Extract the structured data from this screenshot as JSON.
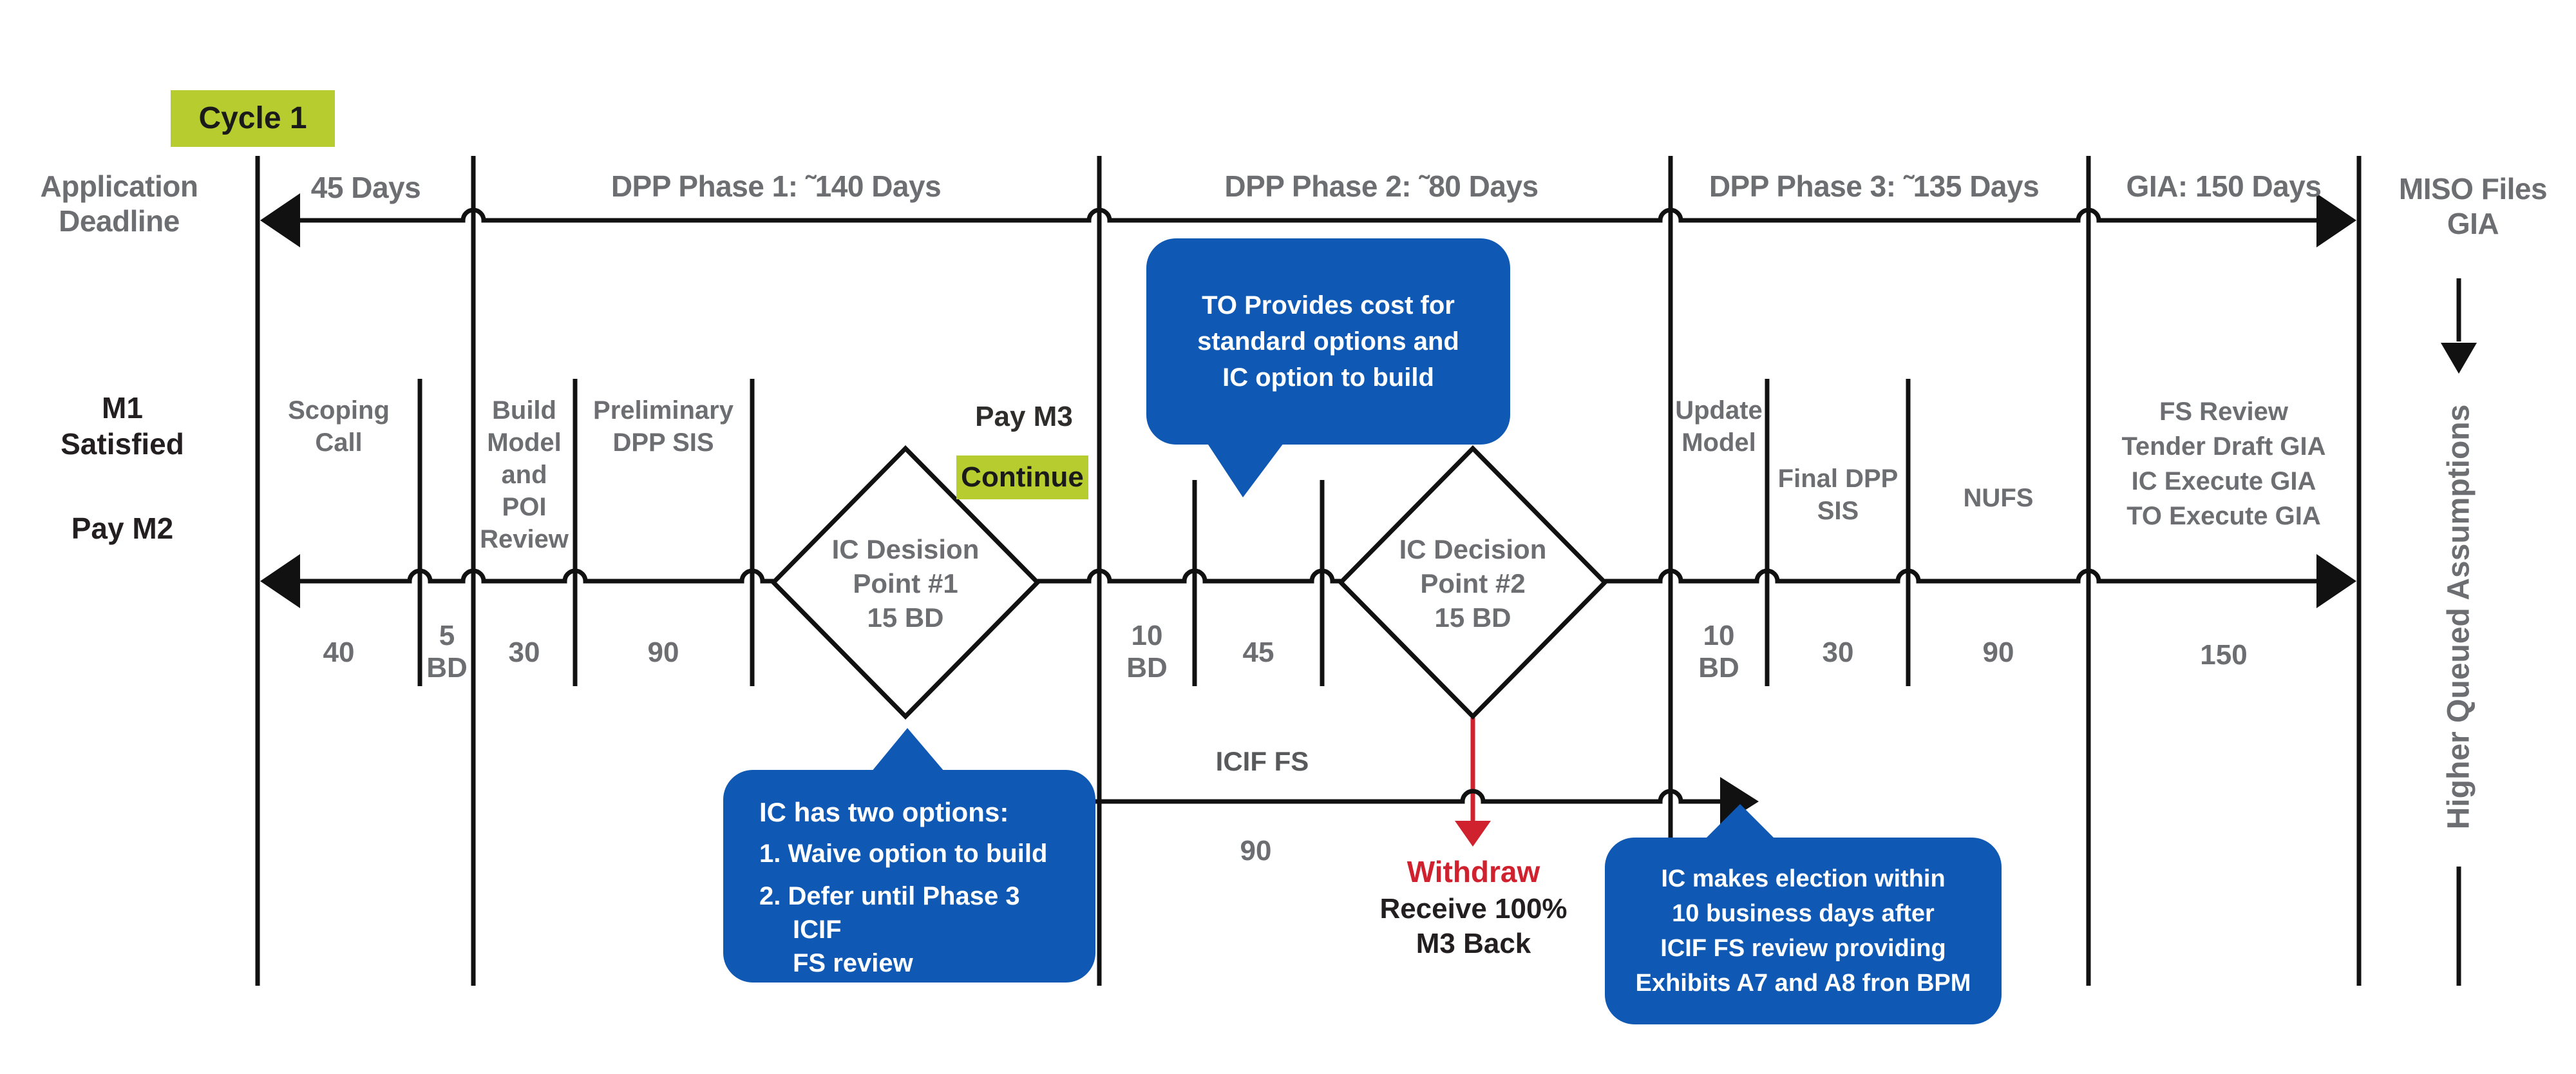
{
  "colors": {
    "accent_blue": "#0f58b4",
    "accent_green": "#b7cc2f",
    "accent_red": "#d0212f",
    "label_gray": "#6d6e71",
    "line_black": "#111111"
  },
  "header": {
    "cycle_badge": "Cycle 1",
    "application_deadline": "Application\nDeadline",
    "phase_45": "45 Days",
    "phase_1": "DPP Phase 1: ˜140 Days",
    "phase_2": "DPP Phase 2: ˜80 Days",
    "phase_3": "DPP Phase 3: ˜135 Days",
    "phase_gia": "GIA: 150 Days",
    "miso_files_gia": "MISO Files\nGIA"
  },
  "milestones": {
    "m1": "M1\nSatisfied",
    "m2": "Pay M2",
    "m3": "Pay M3",
    "continue_badge": "Continue"
  },
  "segments": {
    "scoping": {
      "label": "Scoping\nCall",
      "days": "40"
    },
    "bd5": {
      "days": "5\nBD"
    },
    "build_model": {
      "label": "Build\nModel\nand\nPOI\nReview",
      "days": "30"
    },
    "prelim_sis": {
      "label": "Preliminary\nDPP SIS",
      "days": "90"
    },
    "bd10_phase2": {
      "days": "10\nBD"
    },
    "days45": {
      "days": "45"
    },
    "update_model": {
      "label": "Update\nModel",
      "days": "10\nBD"
    },
    "final_sis": {
      "label": "Final DPP\nSIS",
      "days": "30"
    },
    "nufs": {
      "label": "NUFS",
      "days": "90"
    },
    "gia": {
      "label": "FS Review\nTender Draft GIA\nIC Execute GIA\nTO Execute GIA",
      "days": "150"
    }
  },
  "decision_points": {
    "dp1": "IC Desision\nPoint #1\n15 BD",
    "dp2": "IC Decision\nPoint #2\n15 BD"
  },
  "callouts": {
    "to_provides": "TO Provides cost for\nstandard options and\nIC option to build",
    "ic_options_heading": "IC has two options:",
    "ic_option_1": "1. Waive option to build",
    "ic_option_2": "2. Defer until Phase 3 ICIF\nFS review",
    "ic_election": "IC makes election within\n10 business days after\nICIF FS review providing\nExhibits A7 and A8 fron BPM"
  },
  "withdraw": {
    "title": "Withdraw",
    "detail": "Receive 100%\nM3 Back"
  },
  "icif": {
    "label": "ICIF FS",
    "days": "90"
  },
  "right_rail": {
    "rotated_label": "Higher Queued Assumptions"
  }
}
